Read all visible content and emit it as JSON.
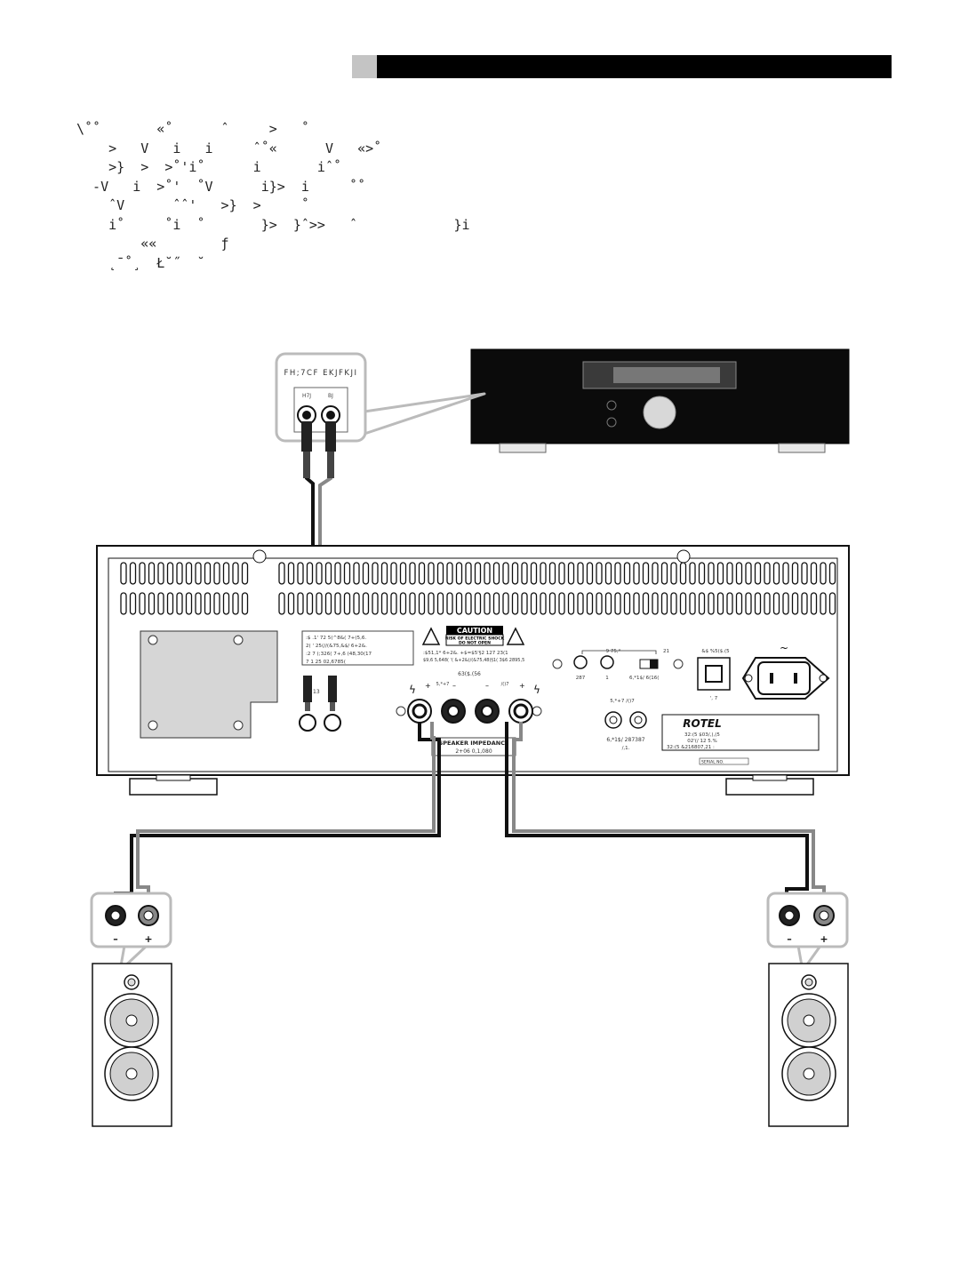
{
  "intro_lines": [
    "\\˚˚       «˚      ˆ     >   ˚",
    "    >   V   i   i     ˆ˚«      V   «>˚",
    "    >}  >  >˚'i˚      i       iˆ˚",
    "  -V   i  >˚'  ˚V      i}>  i     ˚˚",
    "    ˆV      ˆˆ'   >}  >     ˚",
    "    i˚     ˚i  ˚       }>  }ˆ>>   ˆ            }i",
    "        ««        ƒ",
    "    ˛ˉ˚¸  Ł˘˝  ˘"
  ],
  "source": {
    "callout_title": "FH;7CF EKJFKJI",
    "jack_left_label": "H7­­J",
    "jack_right_label": "B­J"
  },
  "amplifier": {
    "input_box_lines": [
      ":$      .1'    72 5(^8&( 7+(5,6.",
      "2(    '­ 25(//(&75,&$/ 6+2&.",
      ":2   7 (;326( 7+,6 (48,30(17",
      "7     1 25 02,6785("
    ],
    "input_label": "13",
    "caution_title": "CAUTION",
    "caution_line1": "RISK OF ELECTRIC SHOCK",
    "caution_line2": "DO NOT OPEN",
    "warning_line1": ":$51,1*   6+2&.  +$=$5'§2 127 23(1",
    "warning_line2": "$9,6 5,648( '( &+2&­(/(&75,48(§1( 3$6 2895,5",
    "speakers_label": "63($.(56",
    "right_label": "5,*+7",
    "left_label": "/()7",
    "speaker_impedance": "SPEAKER IMPEDANCE",
    "impedance_value": "2+06 0,1,080",
    "trigger_label": "9 75,*",
    "out_label": "287",
    "in_label": "1",
    "switch_on_label": "21",
    "switch_off_label": "6,*1$/ 6(16(",
    "ir_label": "&$ %­5($.(5",
    "link_label": "',  7",
    "signal_label_top": "5,*+7       /()7",
    "signal_output_label": "6,*1$/ 287387",
    "link_sub_label": "/,1.",
    "brand": "ROTEL",
    "rating_line1": "32:(5 $03/,),(5",
    "rating_line2": "02'(/ 12 5.%",
    "rating_line3": "32:(5 &216807,21     :",
    "serial_label": "SERIAL NO."
  },
  "speaker_left": {
    "minus": "–",
    "plus": "+"
  },
  "speaker_right": {
    "minus": "–",
    "plus": "+"
  }
}
